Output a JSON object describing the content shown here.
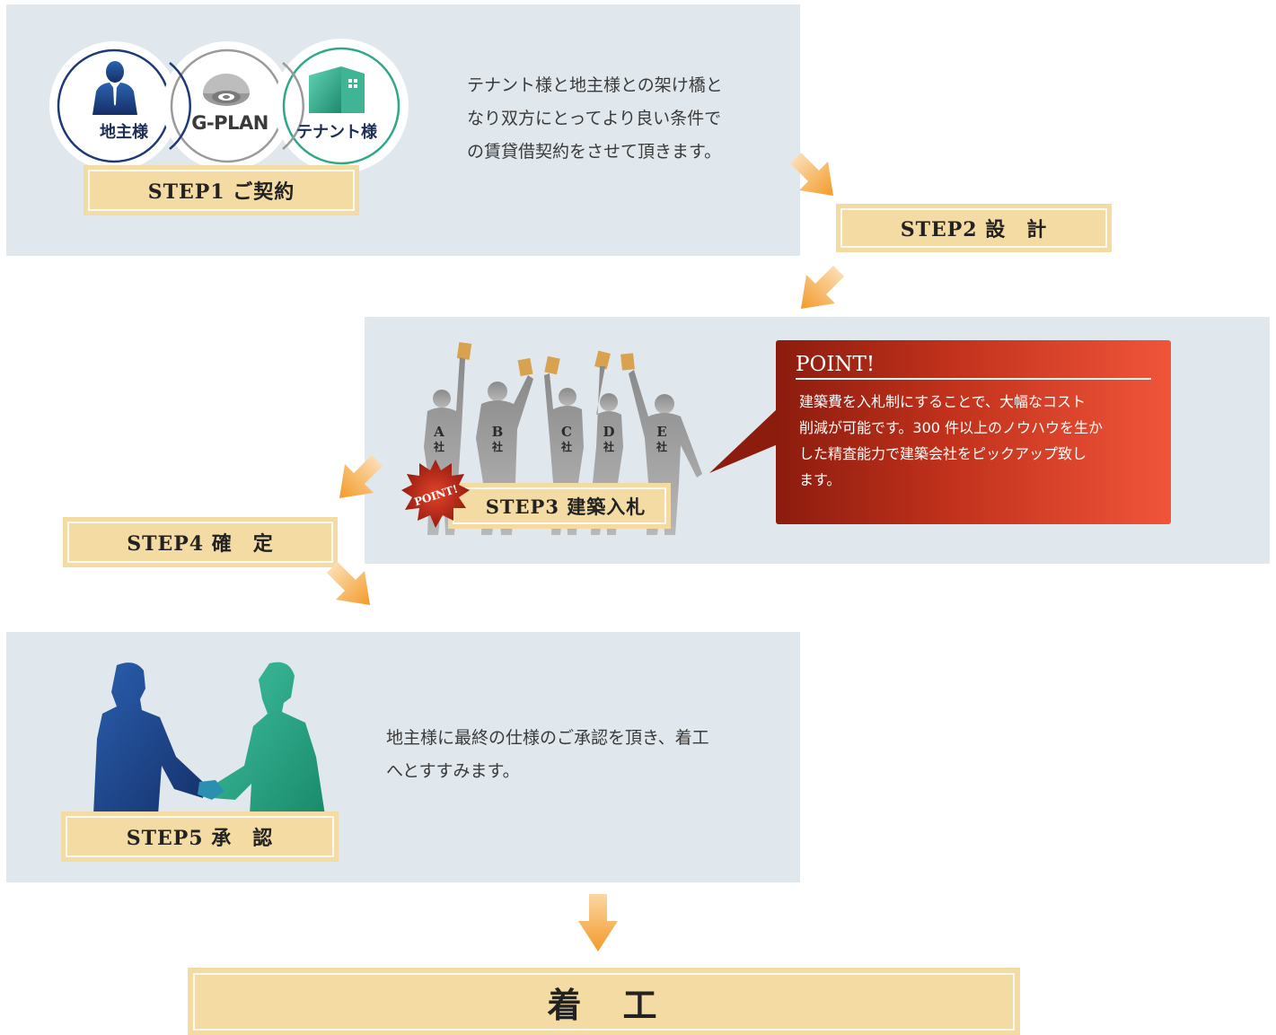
{
  "step1": {
    "label": "STEP1 ご契約",
    "description": [
      "テナント様と地主様との架け橋と",
      "なり双方にとってより良い条件で",
      "の賃貸借契約をさせて頂きます。"
    ],
    "circles": [
      {
        "text": "地主様",
        "icon": "landowner-person-icon"
      },
      {
        "text": "G-PLAN",
        "icon": "g-plan-logo-icon"
      },
      {
        "text": "テナント様",
        "icon": "tenant-building-icon"
      }
    ]
  },
  "step2": {
    "label": "STEP2 設　計"
  },
  "step3": {
    "label": "STEP3 建築入札",
    "badge": "POINT!",
    "companies": [
      "A\n社",
      "B\n社",
      "C\n社",
      "D\n社",
      "E\n社"
    ]
  },
  "point": {
    "title": "POINT!",
    "lines": [
      "建築費を入札制にすることで、大幅なコスト",
      "削減が可能です。300 件以上のノウハウを生か",
      "した精査能力で建築会社をピックアップ致し",
      "ます。"
    ]
  },
  "step4": {
    "label": "STEP4 確　定"
  },
  "step5": {
    "label": "STEP5 承　認",
    "description": [
      "地主様に最終の仕様のご承認を頂き、着工",
      "へとすすみます。"
    ]
  },
  "final": {
    "label": "着　工"
  },
  "colors": {
    "panel": "#e1e8ed",
    "label": "#f4dba3",
    "arrow": "#f39a2a",
    "navy": "#1c3a78",
    "teal": "#2fa88a",
    "point_red": "#c2321c"
  }
}
